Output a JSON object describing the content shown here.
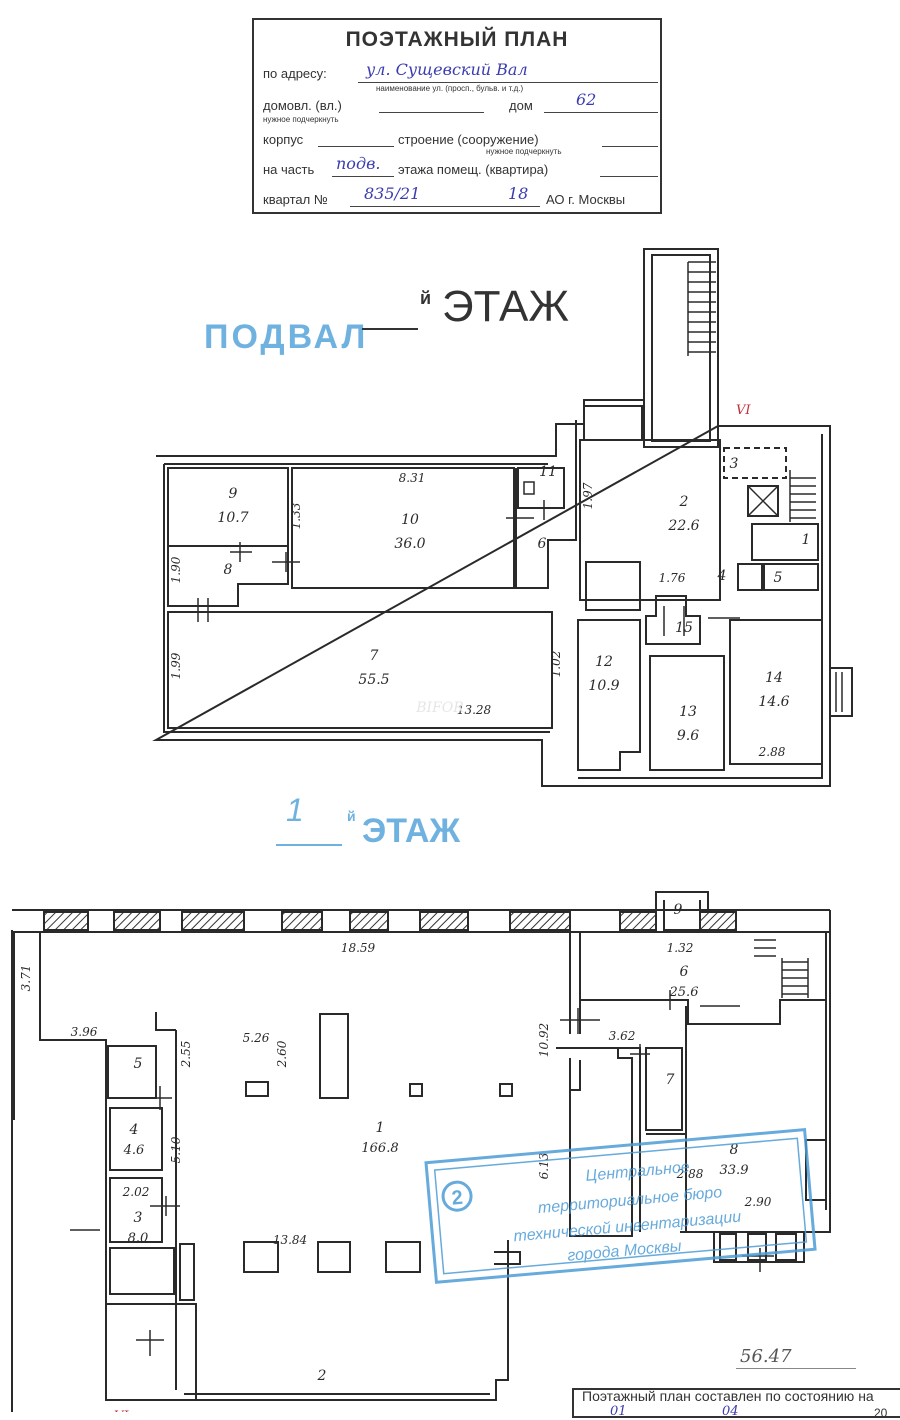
{
  "header": {
    "title": "ПОЭТАЖНЫЙ ПЛАН",
    "address_label": "по адресу:",
    "address_value": "ул. Сущевский Вал",
    "address_sub": "наименование ул. (просп., бульв. и т.д.)",
    "domovl_label": "домовл. (вл.)",
    "domovl_sub": "нужное подчеркнуть",
    "dom_label": "дом",
    "dom_value": "62",
    "korpus_label": "корпус",
    "stroenie_label": "строение (сооружение)",
    "stroenie_sub": "нужное подчеркнуть",
    "chast_label": "на часть",
    "chast_value": "подв.",
    "etazha_label": "этажа помещ. (квартира)",
    "kvartal_label": "квартал №",
    "kvartal_value": "835/21",
    "ao_value": "18",
    "ao_label": "АО г. Москвы"
  },
  "basement": {
    "floor_number": "ПОДВАЛ",
    "floor_suffix": "й",
    "floor_word": "ЭТАЖ",
    "corner_mark": "VI",
    "rooms": [
      {
        "id": "9",
        "area": "10.7"
      },
      {
        "id": "10",
        "area": "36.0"
      },
      {
        "id": "11",
        "area": ""
      },
      {
        "id": "2",
        "area": "22.6"
      },
      {
        "id": "3",
        "area": ""
      },
      {
        "id": "1",
        "area": ""
      },
      {
        "id": "8",
        "area": ""
      },
      {
        "id": "6",
        "area": ""
      },
      {
        "id": "4",
        "area": ""
      },
      {
        "id": "5",
        "area": ""
      },
      {
        "id": "7",
        "area": "55.5"
      },
      {
        "id": "15",
        "area": ""
      },
      {
        "id": "12",
        "area": "10.9"
      },
      {
        "id": "13",
        "area": "9.6"
      },
      {
        "id": "14",
        "area": "14.6"
      }
    ],
    "dimensions": [
      "8.31",
      "1.33",
      "1.97",
      "1.90",
      "1.76",
      "1.99",
      "1.02",
      "13.28",
      "2.88"
    ],
    "watermark": "BIFOR"
  },
  "first_floor": {
    "floor_number": "1",
    "floor_suffix": "й",
    "floor_word": "ЭТАЖ",
    "corner_mark": "VI",
    "rooms": [
      {
        "id": "9",
        "area": ""
      },
      {
        "id": "6",
        "area": "25.6"
      },
      {
        "id": "5",
        "area": ""
      },
      {
        "id": "4",
        "area": "4.6"
      },
      {
        "id": "3",
        "area": "8.0"
      },
      {
        "id": "1",
        "area": "166.8"
      },
      {
        "id": "7",
        "area": ""
      },
      {
        "id": "8",
        "area": "33.9"
      },
      {
        "id": "2",
        "area": ""
      }
    ],
    "dimensions": [
      "18.59",
      "3.71",
      "3.96",
      "2.55",
      "5.26",
      "2.60",
      "10.92",
      "1.32",
      "3.62",
      "5.10",
      "2.02",
      "13.84",
      "2.88",
      "2.90",
      "6.13"
    ]
  },
  "stamp": {
    "number": "2",
    "line1": "Центральное",
    "line2": "территориальное бюро",
    "line3": "технической инвентаризации",
    "line4": "города Москвы"
  },
  "bottom": {
    "handwritten_total": "56.47",
    "box_title": "Поэтажный план составлен по состоянию на",
    "box_day": "01",
    "box_month": "04",
    "box_year_prefix": "20"
  },
  "colors": {
    "line": "#2a2a2a",
    "blue_stamp": "#4d9cd6",
    "handwriting": "#3b3bb0",
    "red_mark": "#c0303a"
  }
}
